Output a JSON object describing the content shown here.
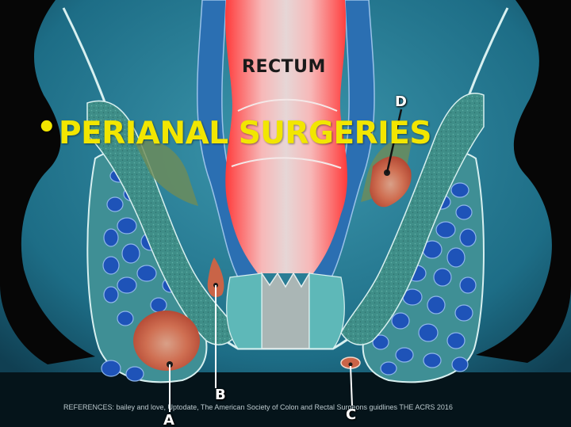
{
  "slide": {
    "bullet": "•",
    "title": "PERIANAL SURGERIES",
    "references": "REFERENCES: bailey and love, Uptodate, The American Society of Colon and Rectal Surgeons guidlines THE ACRS 2016"
  },
  "diagram": {
    "rectum_label": "RECTUM",
    "markers": {
      "a": "A",
      "b": "B",
      "c": "C",
      "d": "D"
    }
  },
  "colors": {
    "background": "#1f6f86",
    "title": "#f2e600",
    "muscle": "#3c8c86",
    "fat_lobule": "#1e53b8",
    "rectal_wall": "#e2484c",
    "abscess": "#c96447",
    "bone": "#060606"
  }
}
